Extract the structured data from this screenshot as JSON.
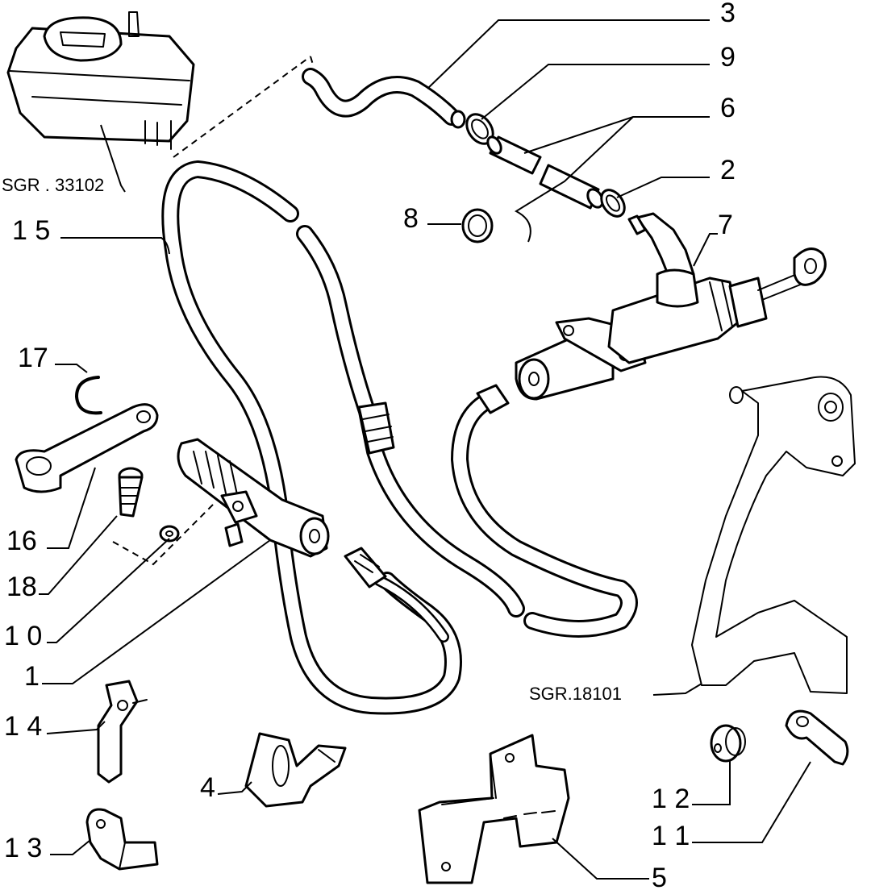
{
  "callouts": [
    {
      "id": "c3",
      "text": "3"
    },
    {
      "id": "c9",
      "text": "9"
    },
    {
      "id": "c6",
      "text": "6"
    },
    {
      "id": "c2",
      "text": "2"
    },
    {
      "id": "c8",
      "text": "8"
    },
    {
      "id": "c7",
      "text": "7"
    },
    {
      "id": "c15",
      "text": "1 5"
    },
    {
      "id": "c17",
      "text": "17"
    },
    {
      "id": "c16",
      "text": "16"
    },
    {
      "id": "c18",
      "text": "18"
    },
    {
      "id": "c10",
      "text": "1 0"
    },
    {
      "id": "c1",
      "text": "1"
    },
    {
      "id": "c14",
      "text": "1 4"
    },
    {
      "id": "c4",
      "text": "4"
    },
    {
      "id": "c13",
      "text": "1 3"
    },
    {
      "id": "c12",
      "text": "1 2"
    },
    {
      "id": "c11",
      "text": "1 1"
    },
    {
      "id": "c5",
      "text": "5"
    }
  ],
  "references": {
    "reservoir": "SGR . 33102",
    "pedal": "SGR.18101"
  }
}
